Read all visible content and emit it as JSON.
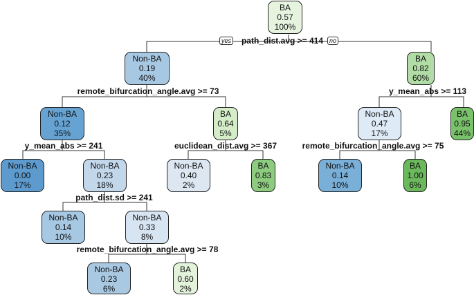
{
  "tree": {
    "root_split": "path_dist.avg >= 414",
    "branch_tags": {
      "yes": "yes",
      "no": "no"
    },
    "nodes": [
      {
        "id": "n1",
        "cls": "BA",
        "prob": "0.57",
        "pct": "100%",
        "fill": "#e6f3df"
      },
      {
        "id": "n2",
        "cls": "Non-BA",
        "prob": "0.19",
        "pct": "40%",
        "fill": "#a7c8e3"
      },
      {
        "id": "n3",
        "cls": "BA",
        "prob": "0.82",
        "pct": "60%",
        "fill": "#b1dca5"
      },
      {
        "id": "n4",
        "cls": "Non-BA",
        "prob": "0.12",
        "pct": "35%",
        "fill": "#66a3d3"
      },
      {
        "id": "n5",
        "cls": "BA",
        "prob": "0.64",
        "pct": "5%",
        "fill": "#d4ecc8"
      },
      {
        "id": "n6",
        "cls": "Non-BA",
        "prob": "0.47",
        "pct": "17%",
        "fill": "#deebf6"
      },
      {
        "id": "n7",
        "cls": "BA",
        "prob": "0.95",
        "pct": "44%",
        "fill": "#79c26b"
      },
      {
        "id": "n8",
        "cls": "Non-BA",
        "prob": "0.00",
        "pct": "17%",
        "fill": "#5d9bcf"
      },
      {
        "id": "n9",
        "cls": "Non-BA",
        "prob": "0.23",
        "pct": "18%",
        "fill": "#c2d7ea"
      },
      {
        "id": "n10",
        "cls": "Non-BA",
        "prob": "0.40",
        "pct": "2%",
        "fill": "#dce7f2"
      },
      {
        "id": "n11",
        "cls": "BA",
        "prob": "0.83",
        "pct": "3%",
        "fill": "#8dcb7f"
      },
      {
        "id": "n12",
        "cls": "Non-BA",
        "prob": "0.14",
        "pct": "10%",
        "fill": "#7aafd8"
      },
      {
        "id": "n13",
        "cls": "BA",
        "prob": "1.00",
        "pct": "6%",
        "fill": "#6bb95c"
      },
      {
        "id": "n14",
        "cls": "Non-BA",
        "prob": "0.14",
        "pct": "10%",
        "fill": "#a7c8e3"
      },
      {
        "id": "n15",
        "cls": "Non-BA",
        "prob": "0.33",
        "pct": "8%",
        "fill": "#d7e5f2"
      },
      {
        "id": "n16",
        "cls": "Non-BA",
        "prob": "0.23",
        "pct": "6%",
        "fill": "#a9c9e3"
      },
      {
        "id": "n17",
        "cls": "BA",
        "prob": "0.60",
        "pct": "2%",
        "fill": "#e3f2da"
      }
    ],
    "splits": [
      {
        "id": "s2",
        "label": "remote_bifurcation_angle.avg >= 73"
      },
      {
        "id": "s3",
        "label": "y_mean_abs >= 113"
      },
      {
        "id": "s4",
        "label": "y_mean_abs >= 241"
      },
      {
        "id": "s5",
        "label": "euclidean_dist.avg >= 367"
      },
      {
        "id": "s6",
        "label": "remote_bifurcation_angle.avg >= 75"
      },
      {
        "id": "s9",
        "label": "path_dist.sd >= 241"
      },
      {
        "id": "s15",
        "label": "remote_bifurcation_angle.avg >= 78"
      }
    ]
  }
}
